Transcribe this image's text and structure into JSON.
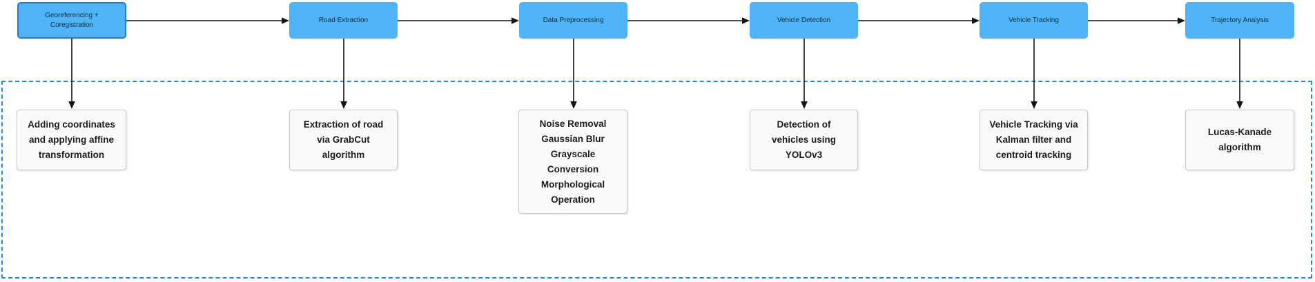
{
  "diagram": {
    "background": "#ffffff",
    "colors": {
      "stage_fill": "#4fb4f5",
      "selected_stage_border": "#2679c8",
      "stage_text": "#122a40",
      "detail_fill": "#fafafa",
      "detail_border": "#c8c8c8",
      "detail_text": "#1c1c1c",
      "arrow": "#141414",
      "container_border": "#1f87ee"
    },
    "stages": [
      {
        "label": "Georeferencing + Coregistration",
        "detail_lines": [
          "Adding coordinates",
          "and applying affine",
          "transformation"
        ]
      },
      {
        "label": "Road Extraction",
        "detail_lines": [
          "Extraction of road",
          "via GrabCut",
          "algorithm"
        ]
      },
      {
        "label": "Data Preprocessing",
        "detail_lines": [
          "Noise Removal",
          "Gaussian Blur",
          "Grayscale",
          "Conversion",
          "Morphological",
          "Operation"
        ]
      },
      {
        "label": "Vehicle Detection",
        "detail_lines": [
          "Detection of",
          "vehicles using",
          "YOLOv3"
        ]
      },
      {
        "label": "Vehicle Tracking",
        "detail_lines": [
          "Vehicle Tracking via",
          "Kalman filter and",
          "centroid tracking"
        ]
      },
      {
        "label": "Trajectory Analysis",
        "detail_lines": [
          "Lucas-Kanade",
          "algorithm"
        ]
      }
    ]
  }
}
